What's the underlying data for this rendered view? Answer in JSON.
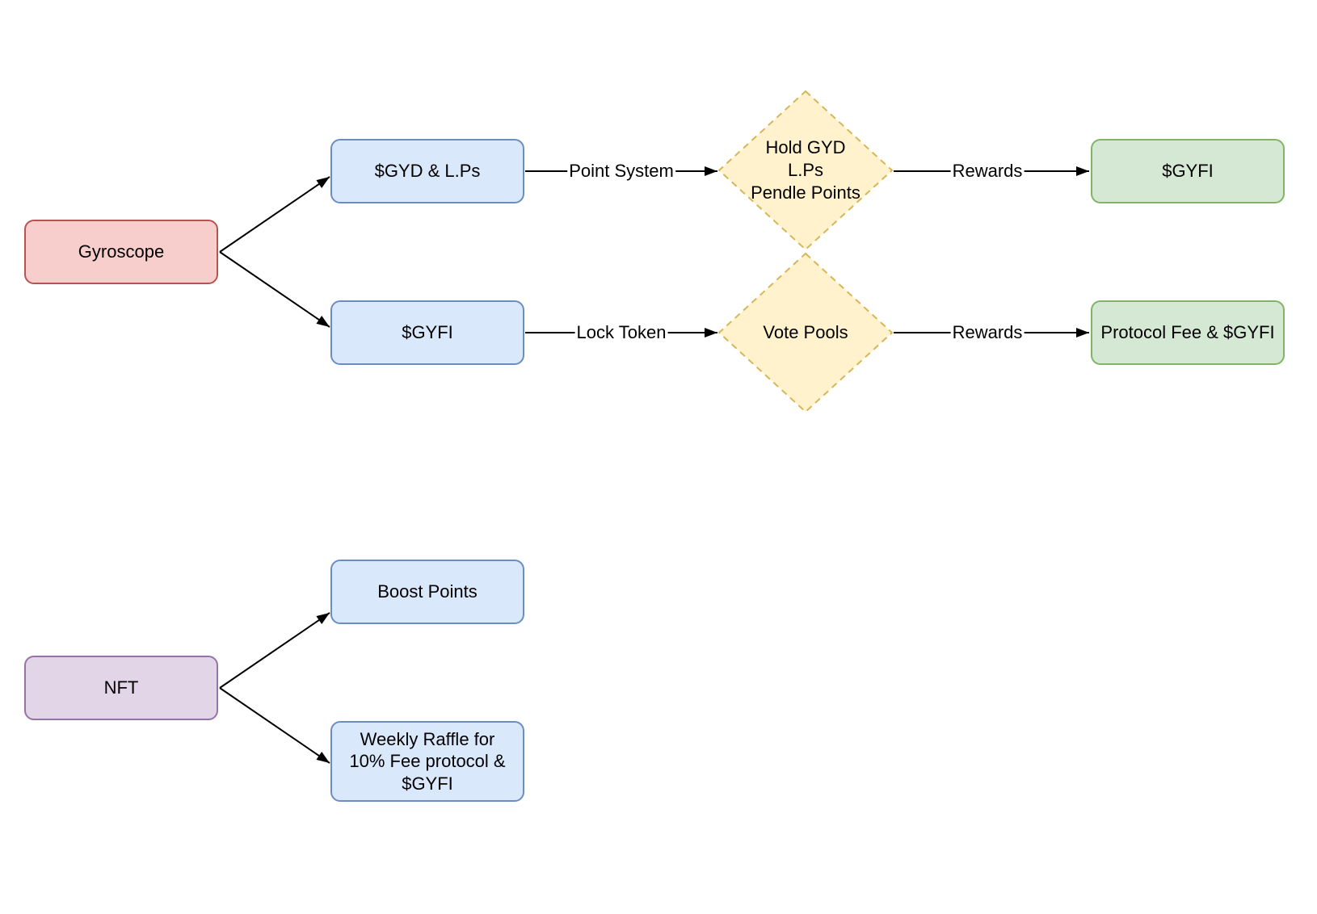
{
  "colors": {
    "red_fill": "#f8cecc",
    "red_stroke": "#b85450",
    "blue_fill": "#dae8fc",
    "blue_stroke": "#6c8ebf",
    "yellow_fill": "#fff2cc",
    "yellow_stroke": "#d6b656",
    "green_fill": "#d5e8d4",
    "green_stroke": "#82b366",
    "purple_fill": "#e1d5e7",
    "purple_stroke": "#9673a6",
    "edge_stroke": "#000000"
  },
  "nodes": {
    "gyroscope": {
      "label": "Gyroscope"
    },
    "gyd_lps": {
      "label": "$GYD & L.Ps"
    },
    "gyfi_lock": {
      "label": "$GYFI"
    },
    "hold_gyd": {
      "label": "Hold GYD\nL.Ps\nPendle Points"
    },
    "vote_pools": {
      "label": "Vote Pools"
    },
    "gyfi_reward": {
      "label": "$GYFI"
    },
    "protocol_fee": {
      "label": "Protocol Fee & $GYFI"
    },
    "nft": {
      "label": "NFT"
    },
    "boost_points": {
      "label": "Boost Points"
    },
    "weekly_raffle": {
      "label": "Weekly Raffle for\n10% Fee protocol &\n$GYFI"
    }
  },
  "edge_labels": {
    "point_system": "Point System",
    "rewards_top": "Rewards",
    "lock_token": "Lock Token",
    "rewards_bottom": "Rewards"
  }
}
